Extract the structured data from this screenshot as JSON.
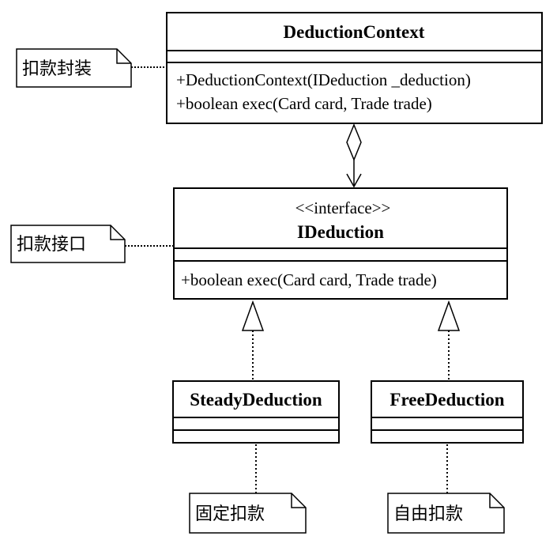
{
  "classes": {
    "deduction_context": {
      "name": "DeductionContext",
      "operations": [
        "+DeductionContext(IDeduction _deduction)",
        "+boolean exec(Card card, Trade trade)"
      ]
    },
    "ideduction": {
      "stereotype": "<<interface>>",
      "name": "IDeduction",
      "operations": [
        "+boolean exec(Card card, Trade trade)"
      ]
    },
    "steady_deduction": {
      "name": "SteadyDeduction"
    },
    "free_deduction": {
      "name": "FreeDeduction"
    }
  },
  "notes": {
    "context_note": "扣款封装",
    "interface_note": "扣款接口",
    "steady_note": "固定扣款",
    "free_note": "自由扣款"
  }
}
